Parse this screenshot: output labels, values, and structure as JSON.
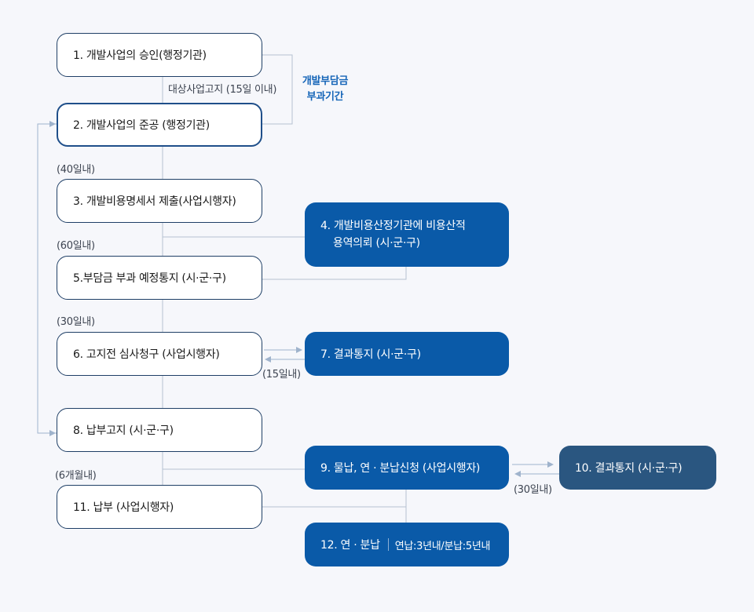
{
  "steps": {
    "s1": "1. 개발사업의 승인(행정기관)",
    "s2": "2. 개발사업의 준공 (행정기관)",
    "s3": "3. 개발비용명세서 제출(사업시행자)",
    "s4_line1": "4. 개발비용산정기관에 비용산적",
    "s4_line2": "용역의뢰 (시·군·구)",
    "s5": "5.부담금 부과 예정통지 (시·군·구)",
    "s6": "6. 고지전 심사청구 (사업시행자)",
    "s7": "7. 결과통지 (시·군·구)",
    "s8": "8. 납부고지 (시·군·구)",
    "s9": "9. 물납, 연 · 분납신청 (사업시행자)",
    "s10": "10. 결과통지 (시·군·구)",
    "s11": "11. 납부 (사업시행자)",
    "s12": "12. 연 · 분납",
    "s12_note": "연납:3년내/분납:5년내"
  },
  "labels": {
    "notice_15": "대상사업고지 (15일 이내)",
    "d40": "(40일내)",
    "d60": "(60일내)",
    "d30a": "(30일내)",
    "d15": "(15일내)",
    "m6": "(6개월내)",
    "d30b": "(30일내)"
  },
  "period": {
    "line1": "개발부담금",
    "line2": "부과기간"
  },
  "colors": {
    "primary_blue": "#0a5aa8",
    "dark_blue": "#2a5680",
    "outline": "#1f3f66",
    "period_text": "#1565b8",
    "connector": "#b5c2d2",
    "arrow": "#9fb3cc"
  }
}
